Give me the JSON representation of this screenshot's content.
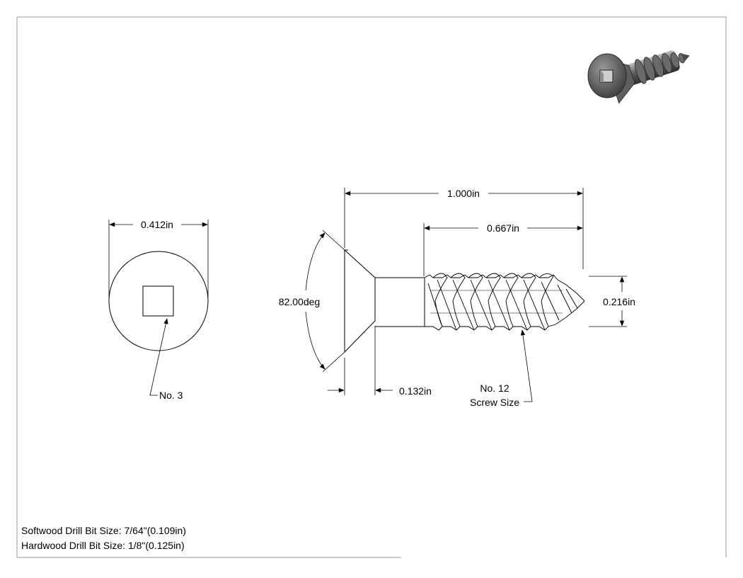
{
  "drawing": {
    "colors": {
      "line": "#000000",
      "render_dark": "#3a3a3a",
      "render_light": "#8a8a8a",
      "border": "#9a9a9a"
    },
    "head_view": {
      "head_diameter": "0.412in",
      "drive_callout": "No. 3"
    },
    "side_view": {
      "overall_length": "1.000in",
      "thread_length": "0.667in",
      "head_angle": "82.00deg",
      "head_height": "0.132in",
      "thread_diameter": "0.216in",
      "screw_size_line1": "No. 12",
      "screw_size_line2": "Screw Size"
    },
    "iso_view": {
      "icon": "screw-3d-render-icon"
    },
    "notes": {
      "softwood": "Softwood Drill Bit Size: 7/64\"(0.109in)",
      "hardwood": "Hardwood Drill Bit Size: 1/8\"(0.125in)"
    }
  }
}
